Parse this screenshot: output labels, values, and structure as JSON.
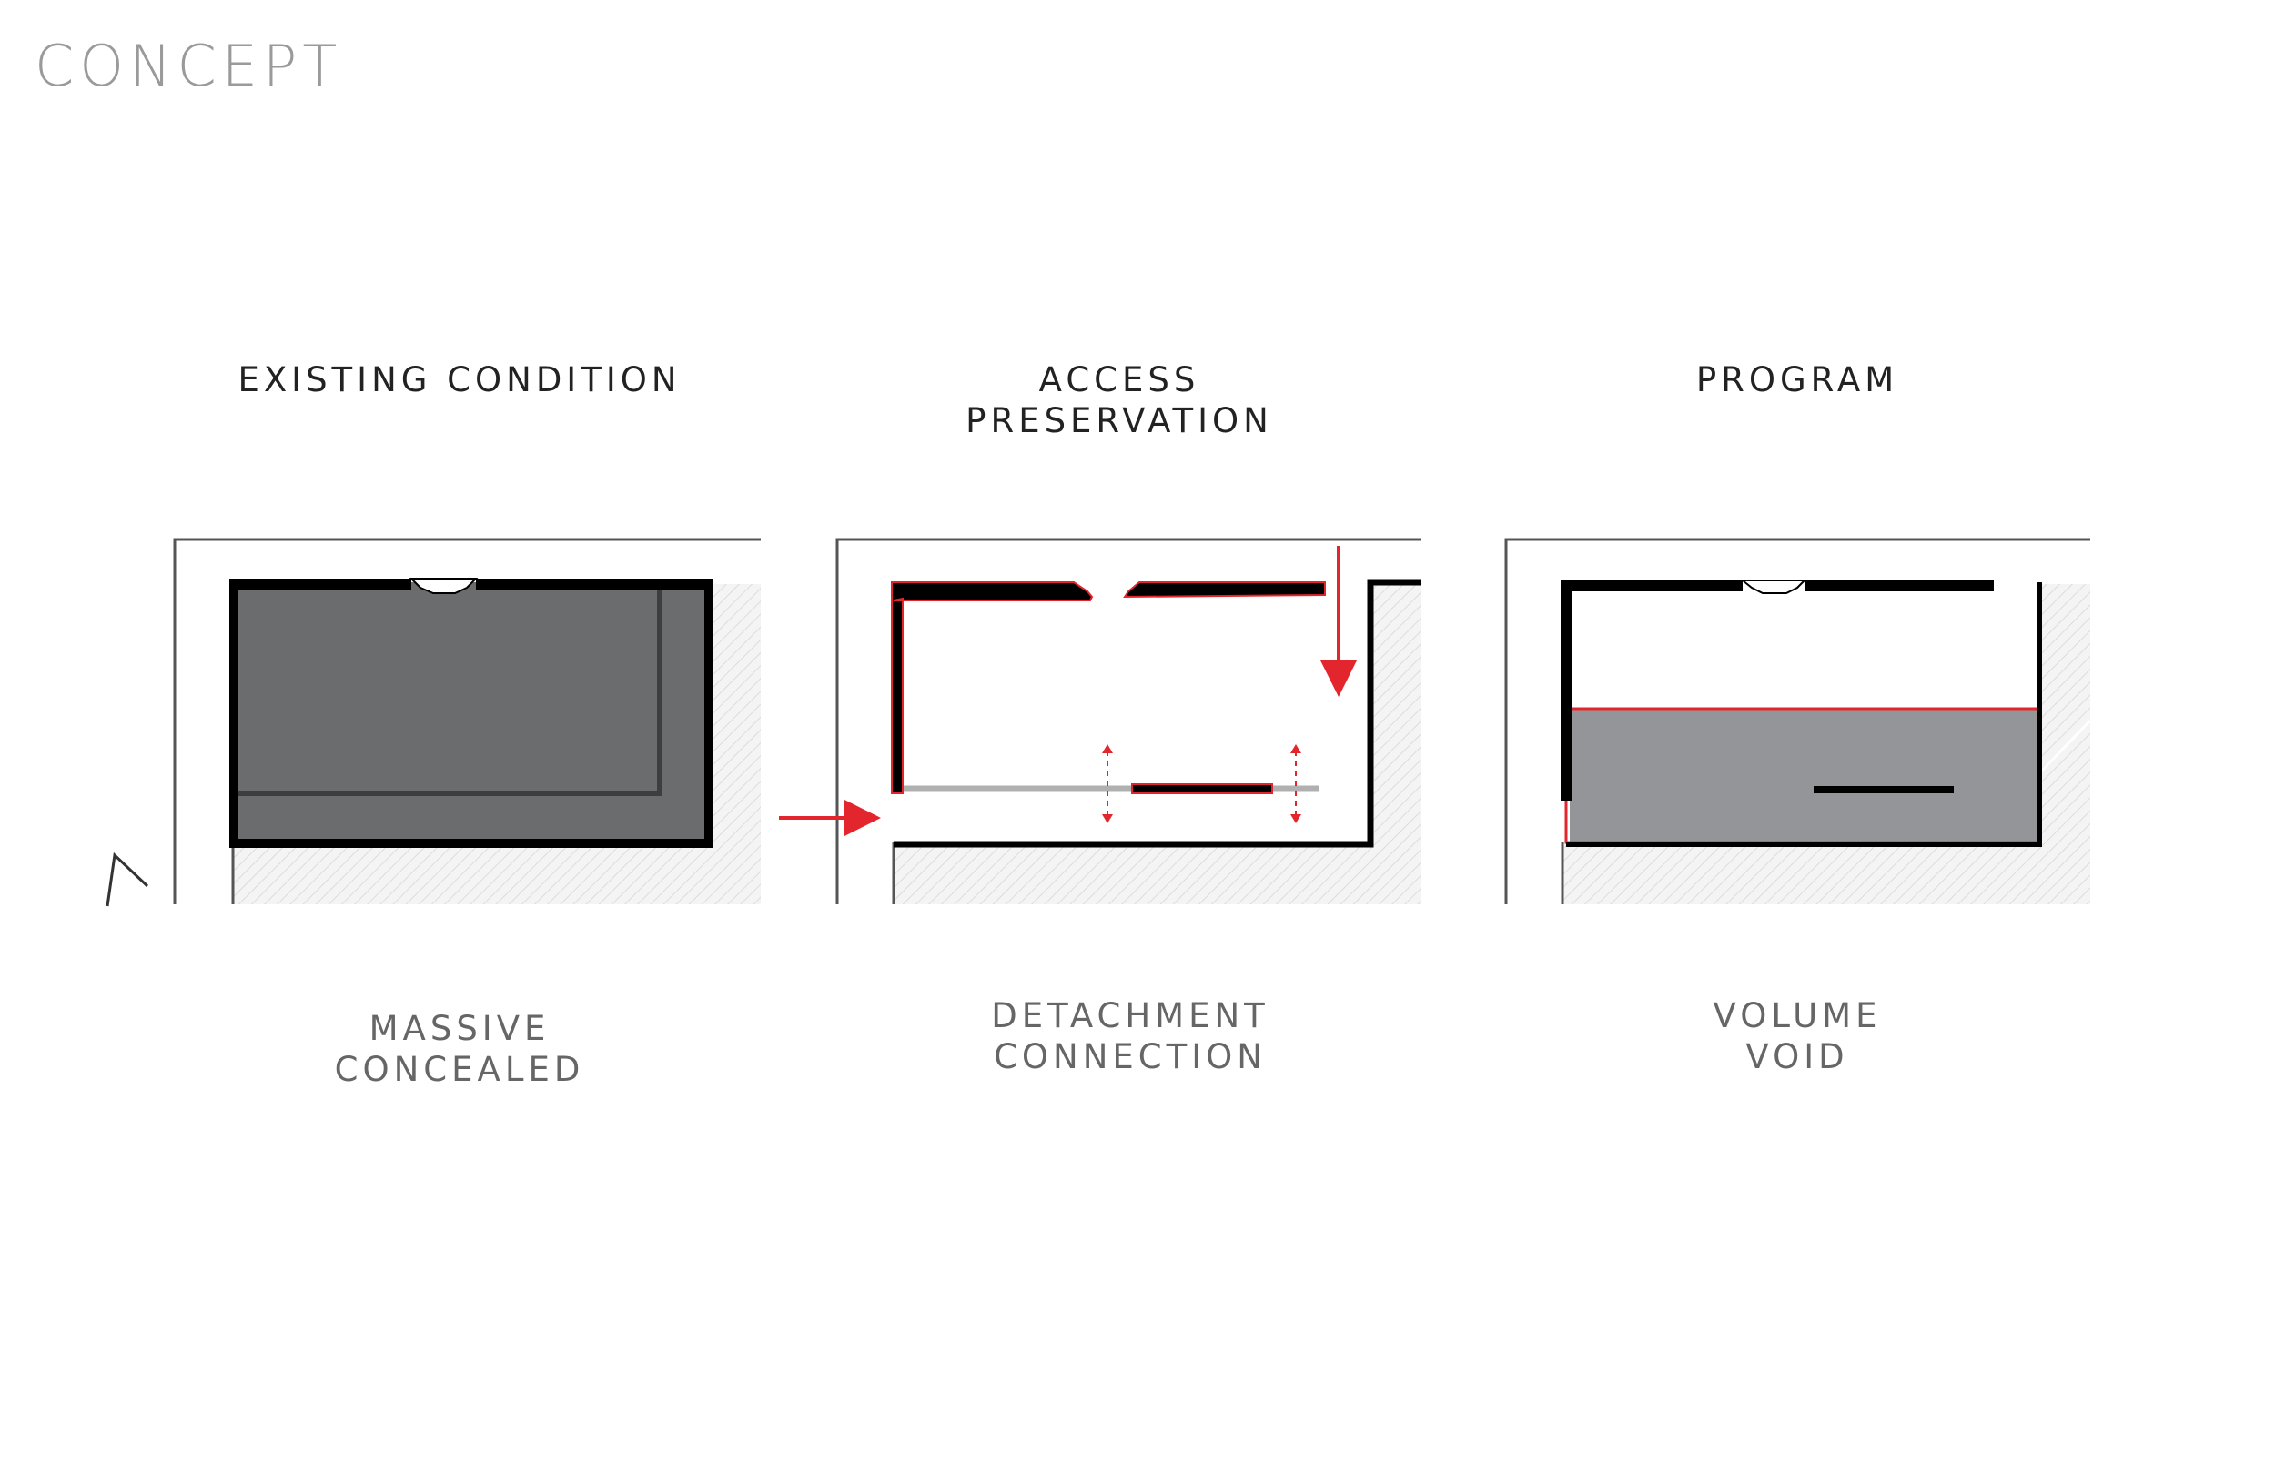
{
  "page": {
    "title": "CONCEPT"
  },
  "panels": [
    {
      "heading": [
        "EXISTING CONDITION"
      ],
      "caption": [
        "MASSIVE",
        "CONCEALED"
      ]
    },
    {
      "heading": [
        "ACCESS",
        "PRESERVATION"
      ],
      "caption": [
        "DETACHMENT",
        "CONNECTION"
      ]
    },
    {
      "heading": [
        "PROGRAM"
      ],
      "caption": [
        "VOLUME",
        "VOID"
      ]
    }
  ],
  "colors": {
    "accent_red": "#e3262d",
    "wall_black": "#000000",
    "massive_fill": "#6b6c6e",
    "program_fill": "#949598",
    "hatch": "#dcdcdc",
    "outline": "#555555"
  },
  "icons": {
    "north_arrow": "north-arrow-icon",
    "circulation_arrow": "arrow-icon",
    "sliding_indicator": "double-arrow-icon"
  }
}
